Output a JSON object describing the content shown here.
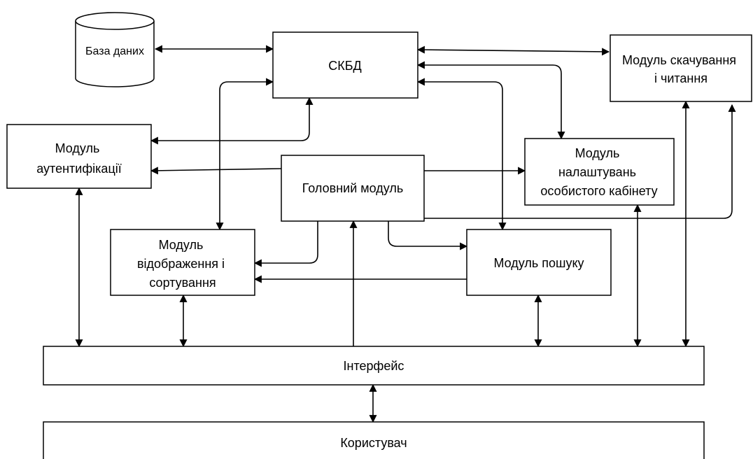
{
  "diagram": {
    "nodes": {
      "db": {
        "label": [
          "База даних"
        ]
      },
      "dbms": {
        "label": [
          "СКБД"
        ]
      },
      "download": {
        "label": [
          "Модуль скачування",
          "і читання"
        ]
      },
      "auth": {
        "label": [
          "Модуль",
          "аутентифікації"
        ]
      },
      "main": {
        "label": [
          "Головний модуль"
        ]
      },
      "settings": {
        "label": [
          "Модуль",
          "налаштувань",
          "особистого кабінету"
        ]
      },
      "display": {
        "label": [
          "Модуль",
          "відображення і",
          "сортування"
        ]
      },
      "search": {
        "label": [
          "Модуль пошуку"
        ]
      },
      "interface": {
        "label": [
          "Інтерфейс"
        ]
      },
      "user": {
        "label": [
          "Користувач"
        ]
      }
    }
  }
}
